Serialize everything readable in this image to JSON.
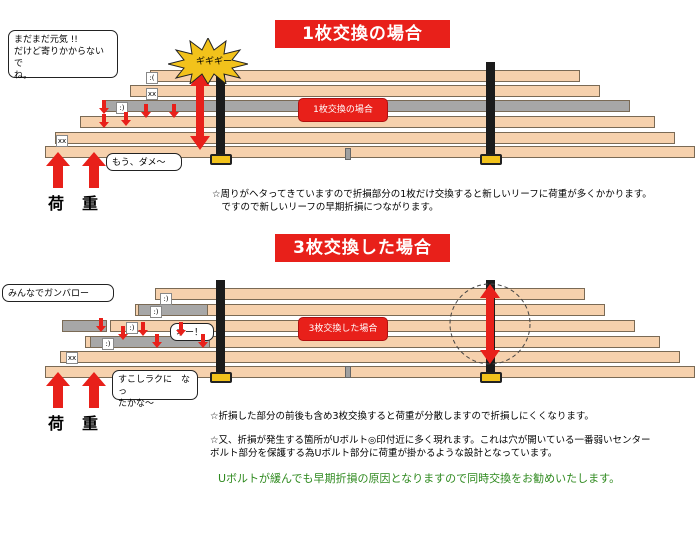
{
  "section1": {
    "title": "1枚交換の場合",
    "center_label": "1枚交換の場合",
    "burst_text": "ギギギー",
    "bubble_top": "まだまだ元気 !!\nだけど寄りかからないで\nね。",
    "bubble_bottom": "もう、ダメ～",
    "load_label": "荷　重",
    "note": "☆周りがヘタってきていますので折損部分の1枚だけ交換すると新しいリーフに荷重が多くかかります。\n　ですので新しいリーフの早期折損につながります。"
  },
  "section2": {
    "title": "3枚交換した場合",
    "center_label": "3枚交換した場合",
    "bubble_top": "みんなでガンバロー",
    "bubble_mid": "オー！",
    "bubble_bottom": "すこしラクに　なっ\nたかな～",
    "load_label": "荷　重",
    "note1": "☆折損した部分の前後も含め3枚交換すると荷重が分散しますので折損しにくくなります。",
    "note2": "☆又、折損が発生する箇所がUボルト◎印付近に多く現れます。これは穴が開いている一番弱いセンター\nボルト部分を保護する為Uボルト部分に荷重が掛かるような設計となっています。",
    "recommend": "Uボルトが緩んでも早期折損の原因となりますので同時交換をお勧めいたします。"
  },
  "colors": {
    "accent_red": "#e8201a",
    "leaf_old": "#a7a7a7",
    "leaf_new": "#f6d1ad",
    "nut": "#f2c21b",
    "recommend_text": "#2f8a1f"
  }
}
